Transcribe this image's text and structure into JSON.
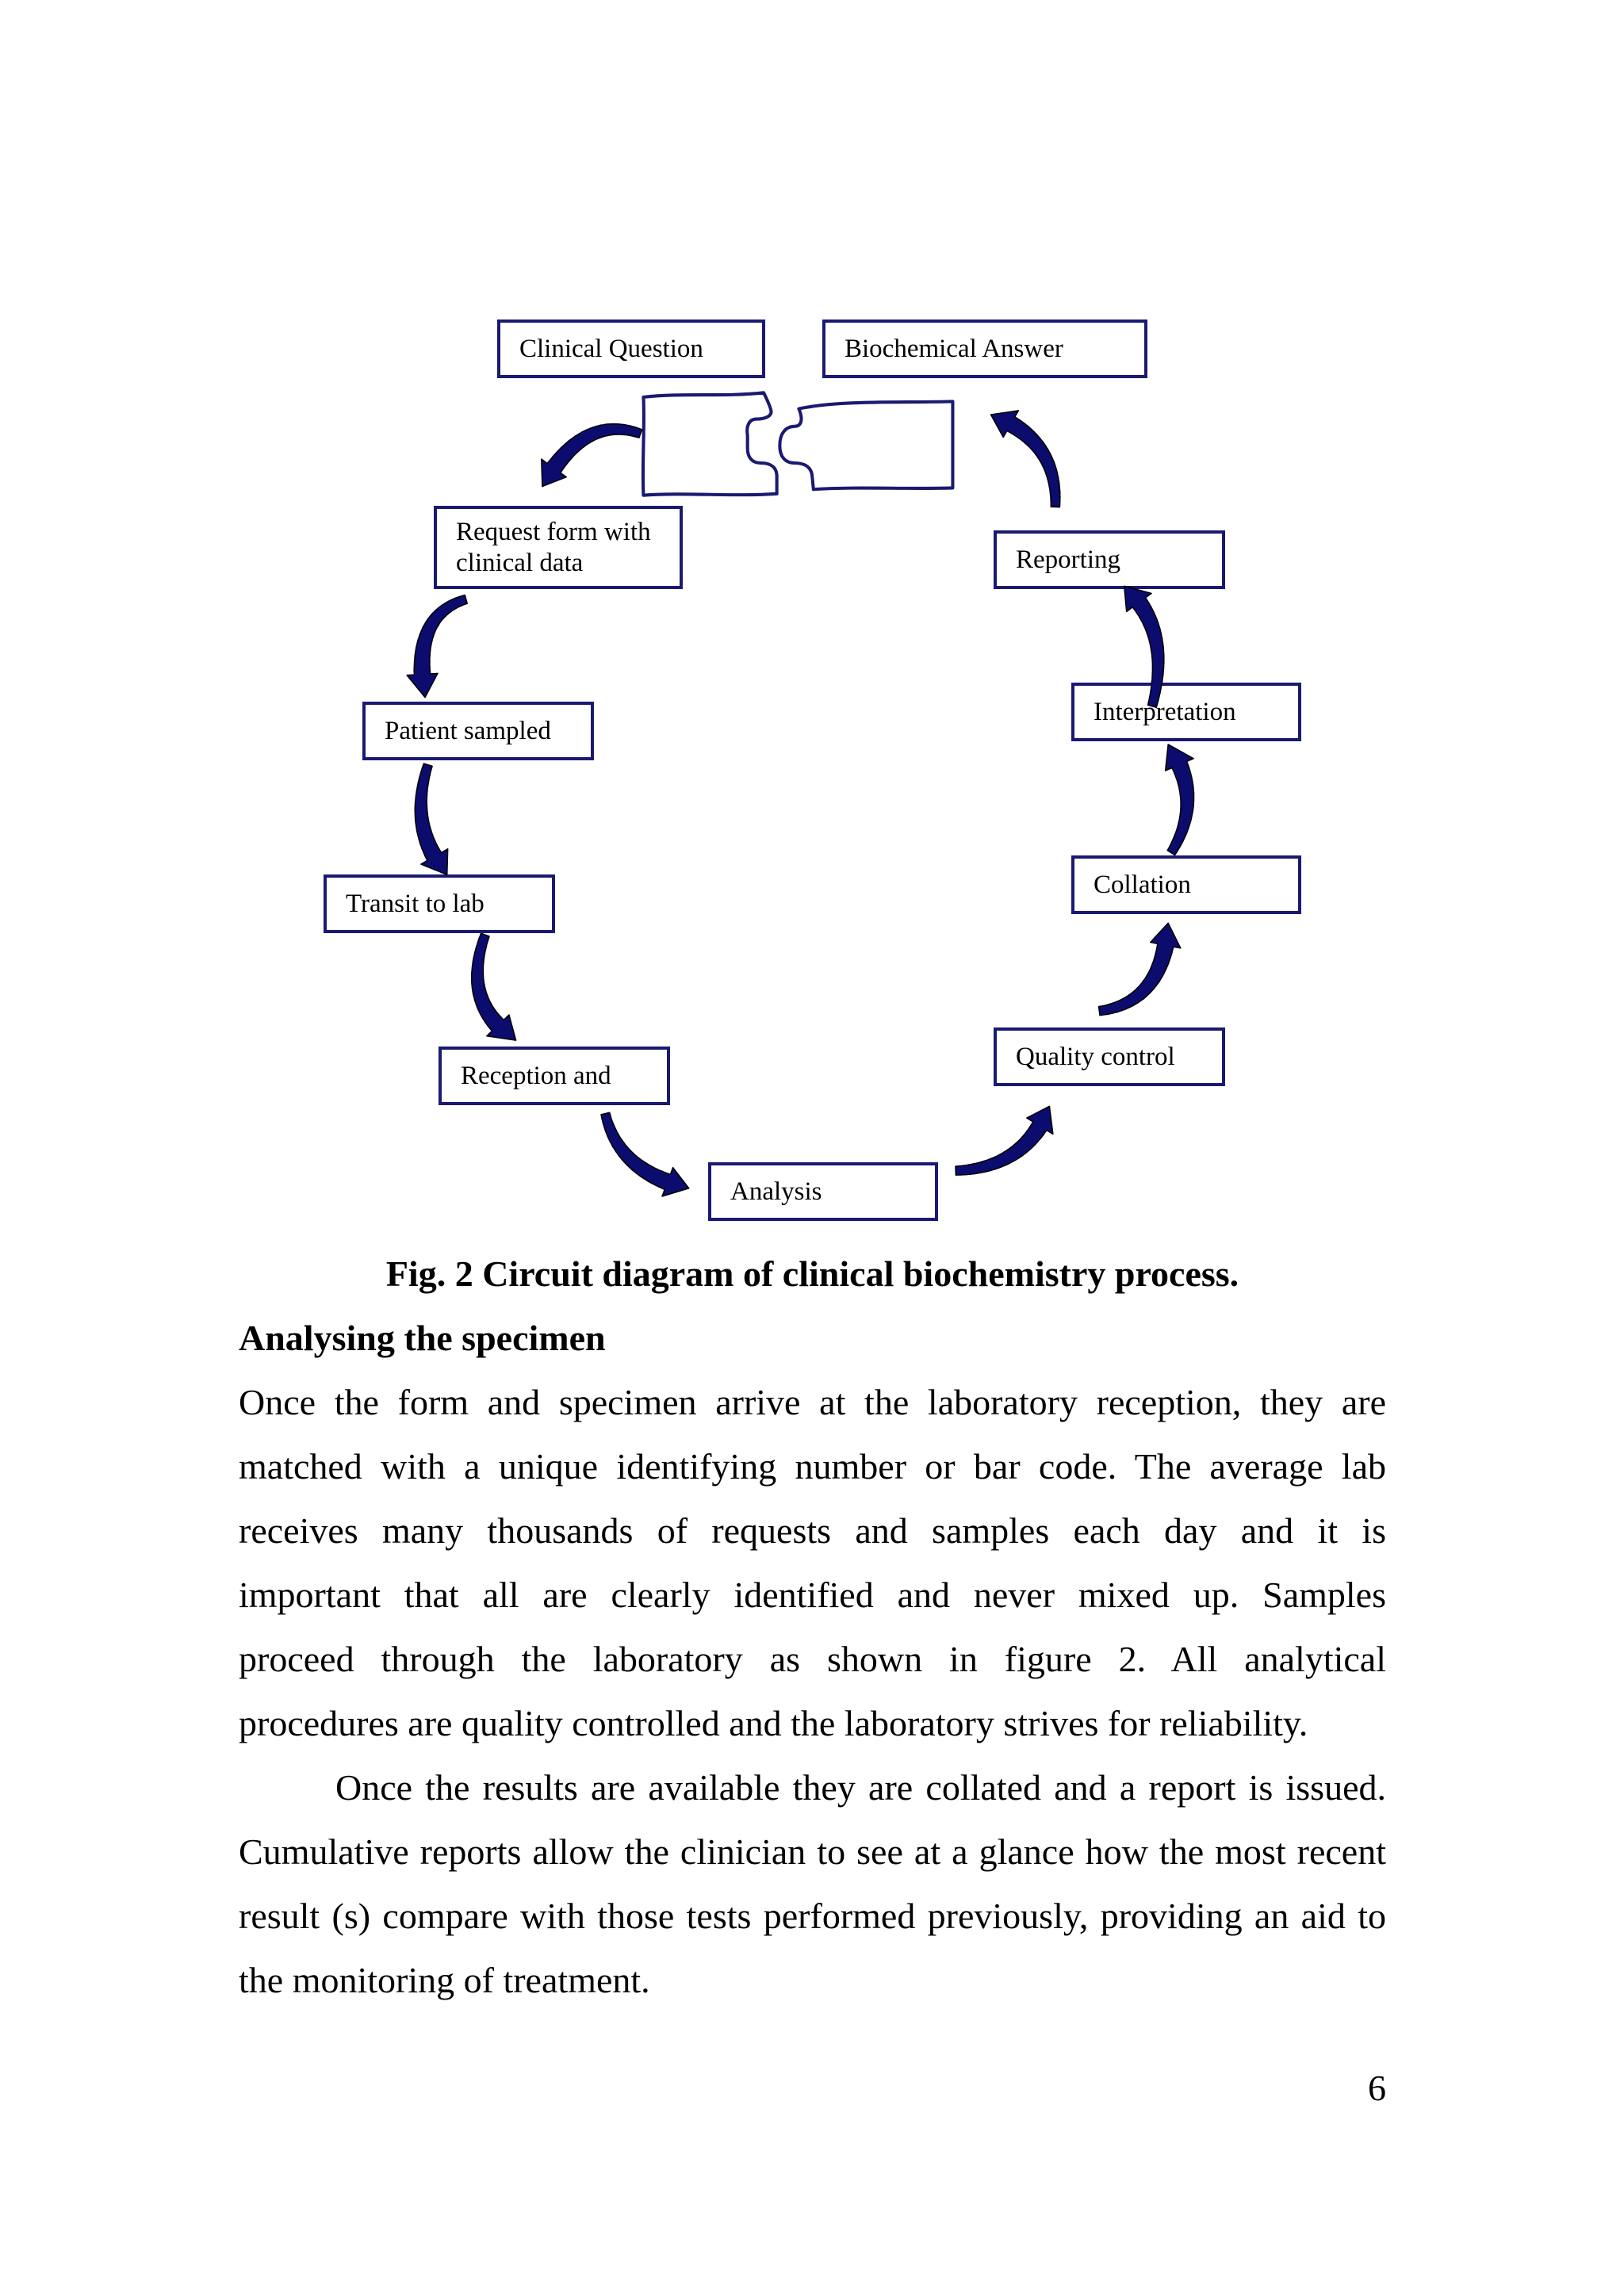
{
  "diagram": {
    "boxes": {
      "clinical_question": "Clinical Question",
      "biochemical_answer": "Biochemical Answer",
      "request_form": [
        "Request form with",
        "clinical data"
      ],
      "reporting": "Reporting",
      "patient_sampled": "Patient sampled",
      "interpretation": "Interpretation",
      "transit_to_lab": "Transit to lab",
      "collation": "Collation",
      "reception": "Reception and",
      "quality_control": "Quality control",
      "analysis": "Analysis"
    }
  },
  "caption": "Fig. 2 Circuit diagram of clinical biochemistry process.",
  "section": {
    "heading": "Analysing the specimen",
    "paragraphs": [
      [
        "Once the form and specimen arrive at the laboratory reception, they are",
        "matched with a unique identifying number or bar code. The average lab",
        "receives many thousands of requests and samples each day and it is",
        "important that all are clearly identified and never mixed up. Samples",
        "proceed through the laboratory as shown in figure 2. All analytical",
        "procedures are quality controlled and the laboratory strives for reliability."
      ],
      [
        "Once the results are available they are collated and a report is issued.",
        "Cumulative reports allow the clinician to see at a glance how the most recent",
        "result (s) compare with those tests performed previously, providing an aid to",
        "the monitoring of treatment."
      ]
    ]
  },
  "page_number": "6",
  "colors": {
    "box_border": "#1a1a72",
    "arrow_fill": "#0c0c6e",
    "arrow_outline": "#000000",
    "text": "#000000",
    "page_background": "#ffffff"
  }
}
